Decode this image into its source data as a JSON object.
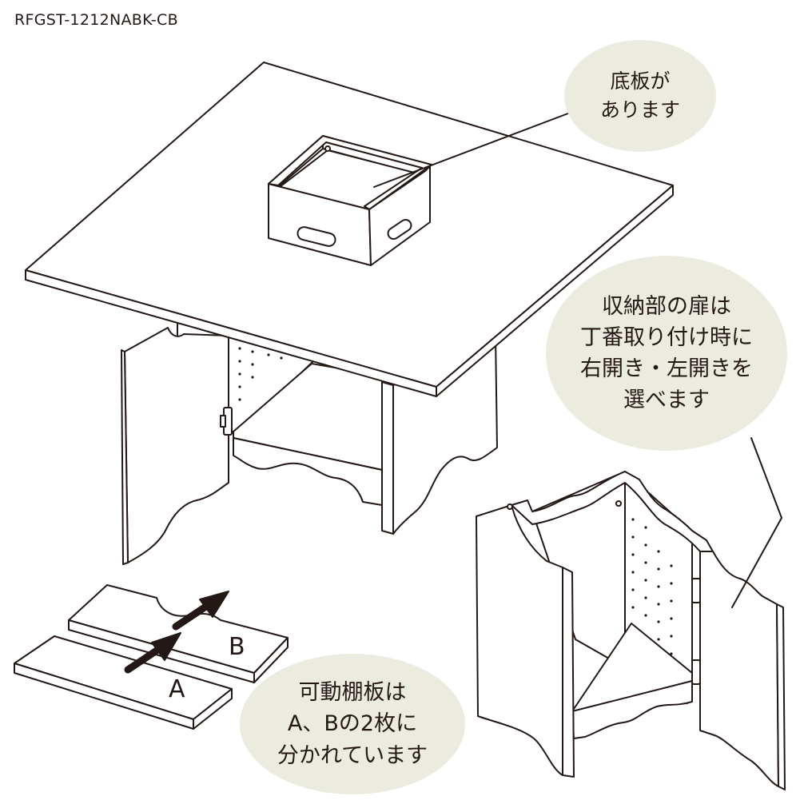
{
  "model_code": "RFGST-1212NABK-CB",
  "bubbles": {
    "bottom_board": {
      "lines": [
        "底板が",
        "あります"
      ]
    },
    "door_hinge": {
      "lines": [
        "収納部の扉は",
        "丁番取り付け時に",
        "右開き・左開きを",
        "選べます"
      ]
    },
    "shelves": {
      "lines": [
        "可動棚板は",
        "A、Bの2枚に",
        "分かれています"
      ]
    }
  },
  "shelf_labels": {
    "a": "A",
    "b": "B"
  },
  "colors": {
    "line": "#231815",
    "bubble": "#ecebe0",
    "background": "#ffffff"
  }
}
